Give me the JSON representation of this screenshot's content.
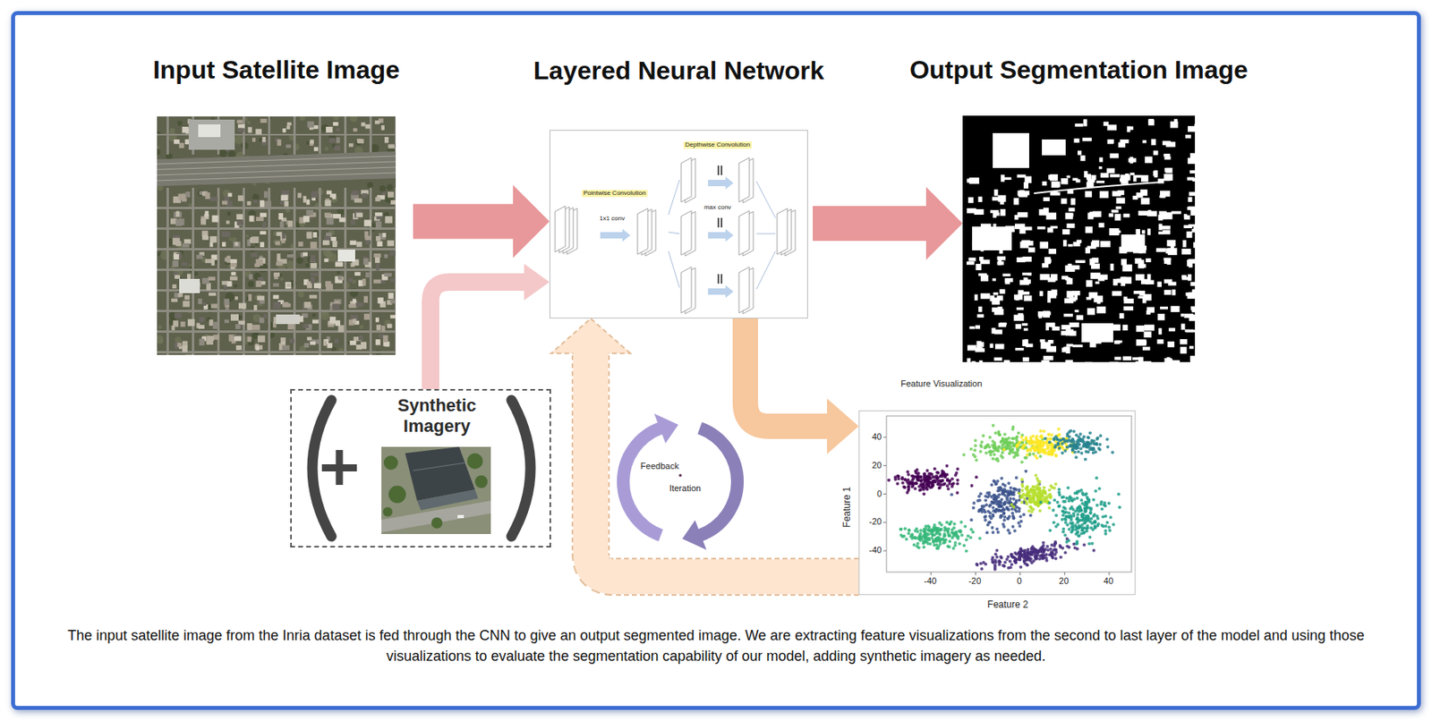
{
  "diagram": {
    "caption": "The input satellite image from the Inria dataset is fed through the CNN to give an output segmented image. We are extracting feature visualizations from the second to last layer of the model and using those visualizations to evaluate the segmentation capability of our model, adding synthetic imagery as needed.",
    "nodes": [
      {
        "text": [
          "Input Satellite Image"
        ]
      },
      {
        "text": [
          "Layered Neural Network"
        ]
      },
      {
        "text": [
          "Output Segmentation Image"
        ]
      },
      {
        "text": [
          "Synthetic Imagery"
        ]
      },
      {
        "text": [
          "Feature Visualization"
        ]
      }
    ],
    "edges": [
      {
        "from": 0,
        "to": 1,
        "arrow": "to"
      },
      {
        "from": 1,
        "to": 2,
        "arrow": "to"
      },
      {
        "from": 3,
        "to": 1,
        "arrow": "to"
      },
      {
        "from": 1,
        "to": 4,
        "arrow": "to"
      },
      {
        "from": 4,
        "to": 1,
        "arrow": "to"
      }
    ],
    "labels": [
      "Pointwise Convolution",
      "Depthwise Convolution",
      "1x1 conv",
      "max conv",
      "Feedback",
      "Iteration",
      "40",
      "20",
      "0",
      "-20",
      "-40",
      "-40",
      "-20",
      "0",
      "20",
      "40",
      "Feature 1",
      "Feature 2"
    ]
  }
}
